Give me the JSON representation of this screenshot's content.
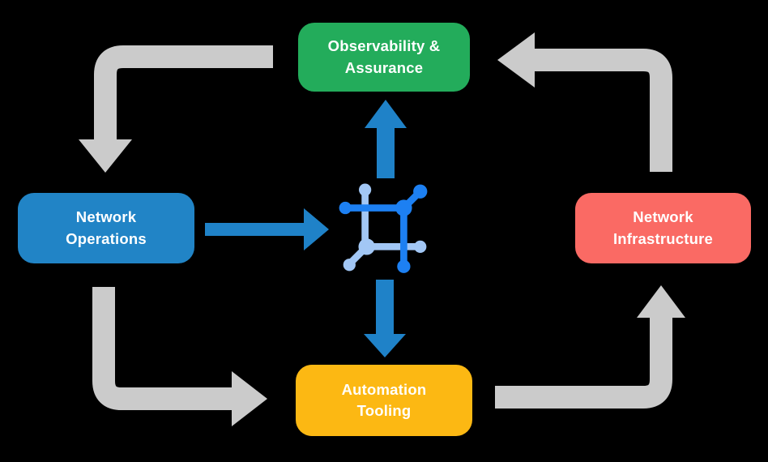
{
  "colors": {
    "background": "#000000",
    "arrow-gray": "#CBCBCB",
    "arrow-blue": "#1F82C8",
    "icon-dark": "#1D80F2",
    "icon-light": "#A2C7F5"
  },
  "nodes": [
    {
      "id": "observability-assurance",
      "label": "Observability &\nAssurance",
      "color": "#23AC5B"
    },
    {
      "id": "network-operations",
      "label": "Network\nOperations",
      "color": "#2184C6"
    },
    {
      "id": "network-infrastructure",
      "label": "Network\nInfrastructure",
      "color": "#FA6A64"
    },
    {
      "id": "automation-tooling",
      "label": "Automation\nTooling",
      "color": "#FCB813"
    }
  ],
  "center_icon": {
    "name": "network-mesh-icon"
  },
  "edges": [
    {
      "from": "observability-assurance",
      "to": "network-operations",
      "style": "gray-elbow"
    },
    {
      "from": "network-operations",
      "to": "automation-tooling",
      "style": "gray-elbow"
    },
    {
      "from": "automation-tooling",
      "to": "network-infrastructure",
      "style": "gray-elbow"
    },
    {
      "from": "network-infrastructure",
      "to": "observability-assurance",
      "style": "gray-elbow"
    },
    {
      "from": "network-operations",
      "to": "center-icon",
      "style": "blue-straight"
    },
    {
      "from": "center-icon",
      "to": "observability-assurance",
      "style": "blue-straight"
    },
    {
      "from": "center-icon",
      "to": "automation-tooling",
      "style": "blue-straight"
    }
  ]
}
